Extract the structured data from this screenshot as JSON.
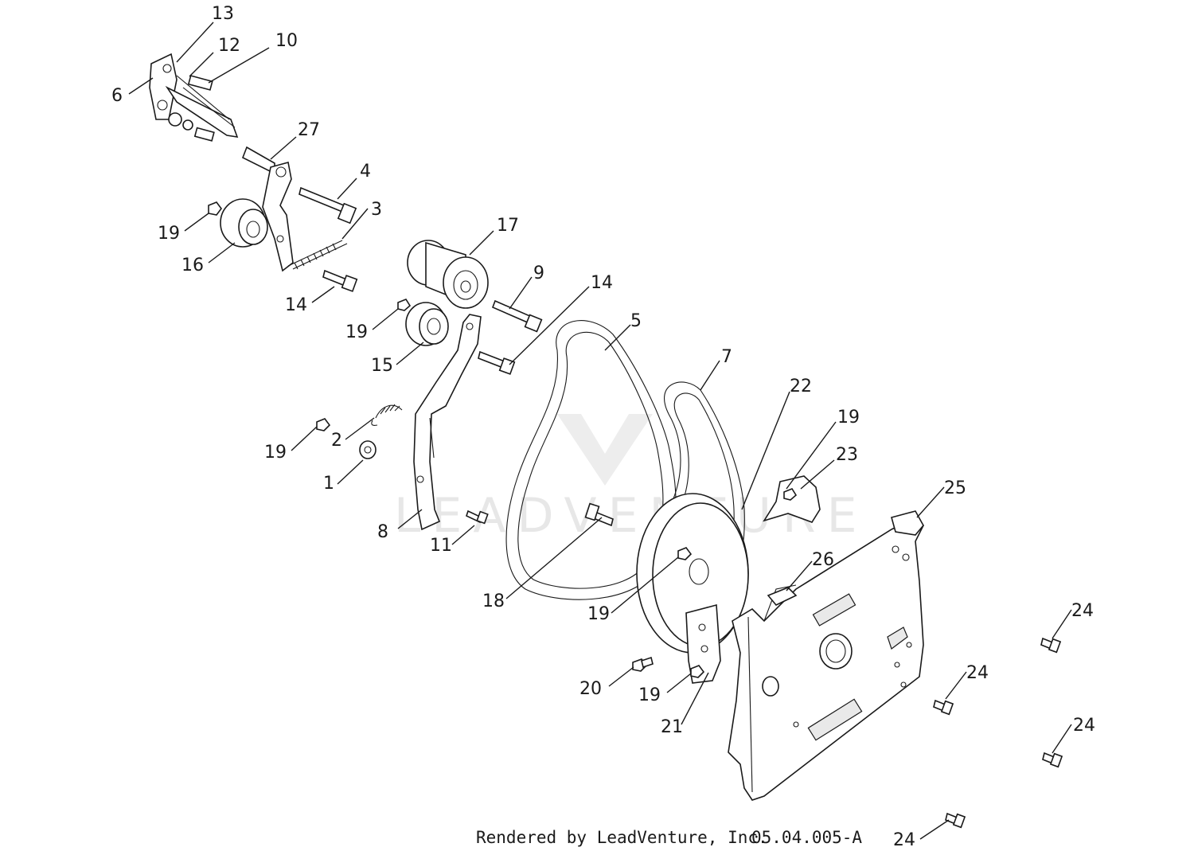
{
  "diagram": {
    "watermark_text": "LEADVENTURE",
    "callouts": [
      "13",
      "12",
      "10",
      "6",
      "27",
      "4",
      "3",
      "19",
      "16",
      "14",
      "17",
      "9",
      "14",
      "19",
      "15",
      "5",
      "7",
      "22",
      "19",
      "23",
      "2",
      "19",
      "1",
      "8",
      "11",
      "18",
      "19",
      "25",
      "26",
      "24",
      "24",
      "24",
      "24",
      "20",
      "19",
      "21"
    ]
  },
  "footer": {
    "credit": "Rendered by LeadVenture, Inc.",
    "diagram_code": "05.04.005-A"
  }
}
